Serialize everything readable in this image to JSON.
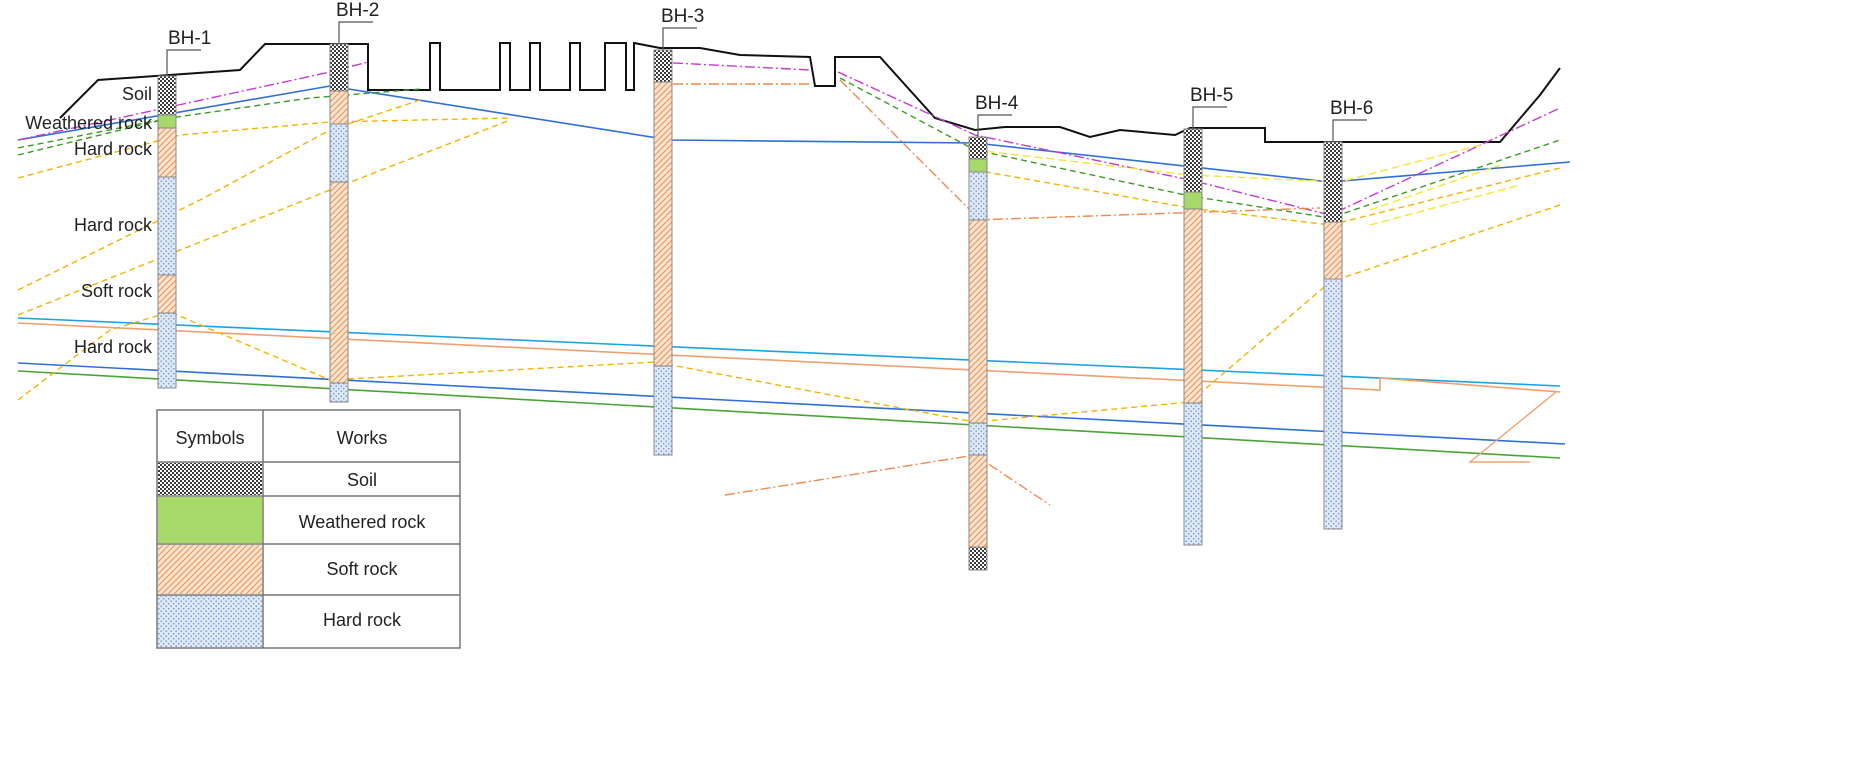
{
  "boreholes": [
    {
      "label": "BH-1",
      "layers": [
        "soil",
        "weathered",
        "soft",
        "hard",
        "soft",
        "hard"
      ]
    },
    {
      "label": "BH-2",
      "layers": [
        "soil",
        "soft",
        "hard",
        "soft",
        "hard"
      ]
    },
    {
      "label": "BH-3",
      "layers": [
        "soil",
        "soft",
        "hard"
      ]
    },
    {
      "label": "BH-4",
      "layers": [
        "soil",
        "weathered",
        "hard",
        "soft",
        "hard",
        "soft",
        "soil"
      ]
    },
    {
      "label": "BH-5",
      "layers": [
        "soil",
        "weathered",
        "soft",
        "hard"
      ]
    },
    {
      "label": "BH-6",
      "layers": [
        "soil",
        "soft",
        "hard"
      ]
    }
  ],
  "layer_labels": [
    "Soil",
    "Weathered rock",
    "Hard rock",
    "Hard rock",
    "Soft rock",
    "Hard rock"
  ],
  "legend": {
    "col_symbols": "Symbols",
    "col_works": "Works",
    "rows": [
      {
        "key": "soil",
        "label": "Soil"
      },
      {
        "key": "weathered",
        "label": "Weathered rock"
      },
      {
        "key": "soft",
        "label": "Soft rock"
      },
      {
        "key": "hard",
        "label": "Hard rock"
      }
    ]
  },
  "colors": {
    "terrain": "#111111",
    "blue_line": "#2f6fd6",
    "cyan_line": "#1aa3e0",
    "salmon_line": "#f0a070",
    "green_line": "#4aa336",
    "orange_dash": "#f2b400",
    "yellow_dash": "#f5e53a",
    "green_dash": "#3d9a26",
    "magenta_dashdot": "#c43bd0",
    "salmon_dashdot": "#f08a50",
    "soil": "#3a3a3a",
    "weathered": "#a6d96a",
    "soft": "#f6c9a4",
    "hard": "#c9d8f0"
  }
}
